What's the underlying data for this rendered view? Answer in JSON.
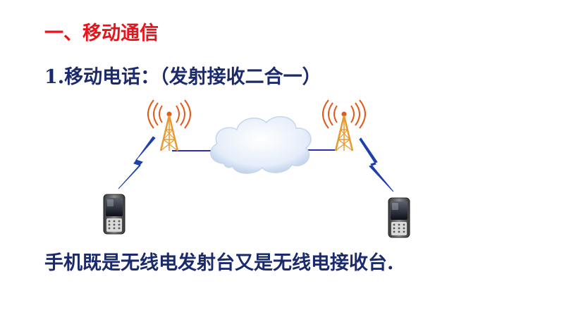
{
  "slide": {
    "heading": "一、移动通信",
    "subheading": "1.移动电话：（发射接收二合一）",
    "body": "手机既是无线电发射台又是无线电接收台."
  },
  "colors": {
    "heading": "#e8141c",
    "text": "#1a2a6c",
    "tower": "#e89a2e",
    "signal_waves": "#e05a1a",
    "link_line": "#2b2fb5",
    "lightning": "#1f3fae",
    "cloud": "#dde9f7"
  },
  "icons": {
    "tower_left": "radio-tower-icon",
    "tower_right": "radio-tower-icon",
    "cloud": "network-cloud-icon",
    "phone_left": "mobile-phone-icon",
    "phone_right": "mobile-phone-icon",
    "lightning_left": "wireless-signal-icon",
    "lightning_right": "wireless-signal-icon"
  }
}
